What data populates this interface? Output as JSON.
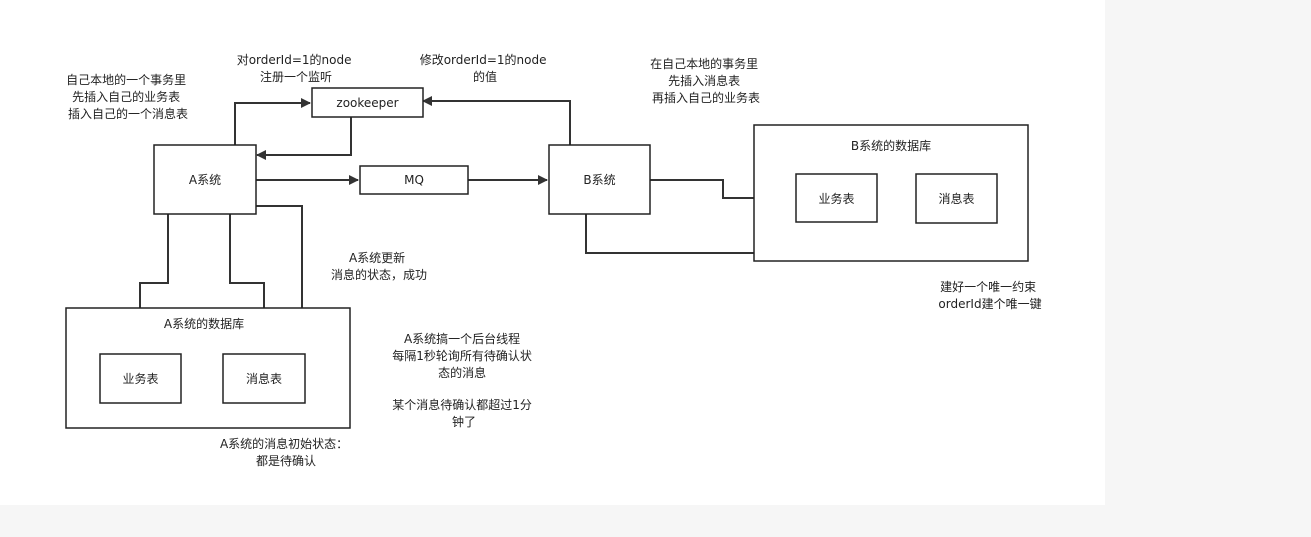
{
  "nodes": {
    "a_system": "A系统",
    "b_system": "B系统",
    "zookeeper": "zookeeper",
    "mq": "MQ",
    "a_db_title": "A系统的数据库",
    "a_biz_table": "业务表",
    "a_msg_table": "消息表",
    "b_db_title": "B系统的数据库",
    "b_biz_table": "业务表",
    "b_msg_table": "消息表"
  },
  "notes": {
    "a_tx": [
      "自己本地的一个事务里",
      "先插入自己的业务表",
      "插入自己的一个消息表"
    ],
    "zk_register": [
      "对orderId=1的node",
      "注册一个监听"
    ],
    "zk_modify": [
      "修改orderId=1的node",
      "的值"
    ],
    "b_tx": [
      "在自己本地的事务里",
      "先插入消息表",
      "再插入自己的业务表"
    ],
    "a_update": [
      "A系统更新",
      "消息的状态，成功"
    ],
    "a_poll": [
      "A系统搞一个后台线程",
      "每隔1秒轮询所有待确认状",
      "态的消息",
      "",
      "某个消息待确认都超过1分",
      "钟了"
    ],
    "a_init": [
      "A系统的消息初始状态：",
      "都是待确认"
    ],
    "b_unique": [
      "建好一个唯一约束",
      "orderId建个唯一键"
    ]
  }
}
